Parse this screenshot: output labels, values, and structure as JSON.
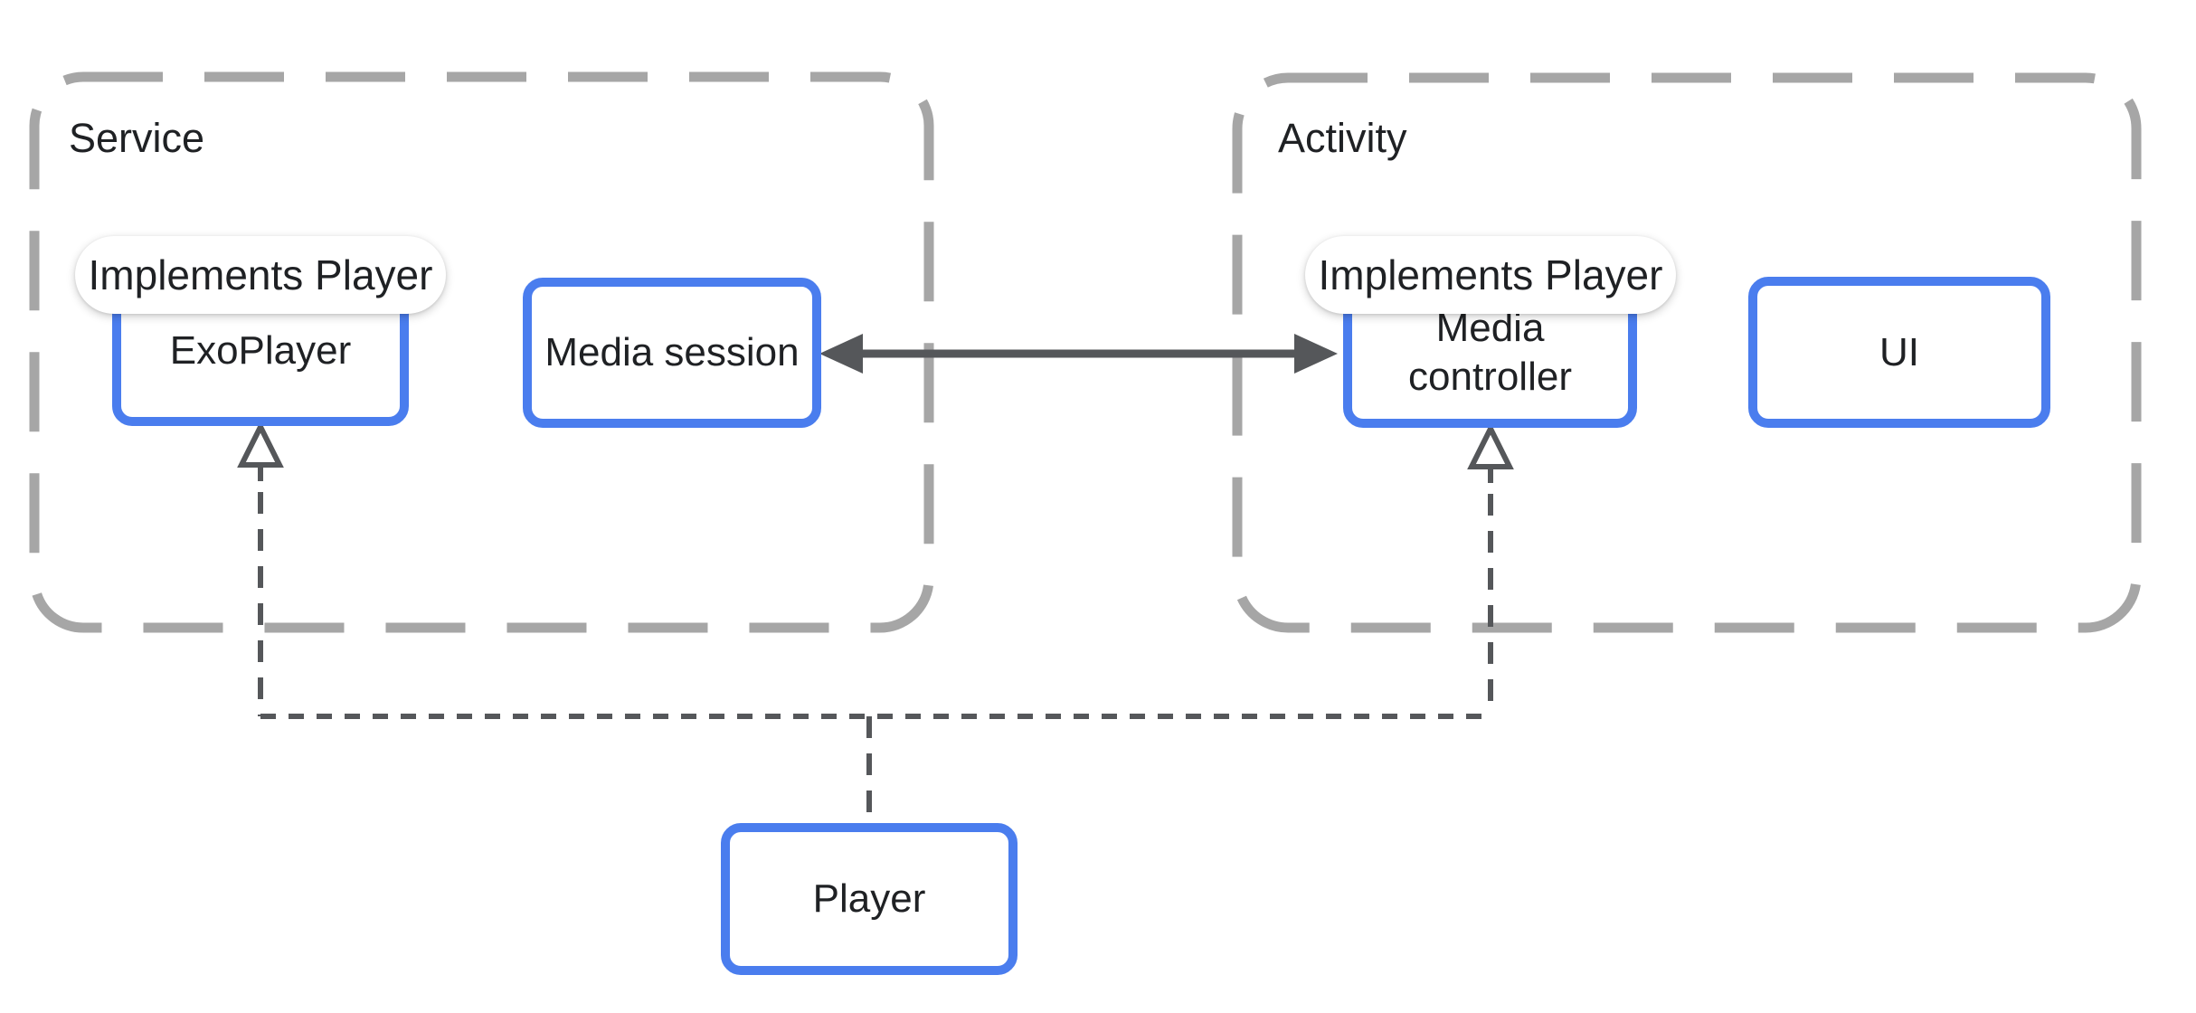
{
  "colors": {
    "background": "#ffffff",
    "node_border_blue": "#4a7dee",
    "container_dash_gray": "#a6a6a6",
    "connector_dark_gray": "#55575a",
    "text": "#1f2124",
    "pill_background": "#ffffff"
  },
  "diagram": {
    "containers": [
      {
        "id": "service",
        "label": "Service"
      },
      {
        "id": "activity",
        "label": "Activity"
      }
    ],
    "nodes": [
      {
        "id": "exoplayer",
        "label": "ExoPlayer"
      },
      {
        "id": "media_session",
        "label": "Media session"
      },
      {
        "id": "media_controller",
        "label": "Media controller"
      },
      {
        "id": "ui",
        "label": "UI"
      },
      {
        "id": "player",
        "label": "Player"
      }
    ],
    "badges": [
      {
        "id": "badge_exoplayer",
        "label": "Implements Player"
      },
      {
        "id": "badge_media_controller",
        "label": "Implements Player"
      }
    ],
    "connectors": [
      {
        "id": "session_controller_link",
        "type": "solid-double-arrow",
        "from": "media_session",
        "to": "media_controller"
      },
      {
        "id": "implements_link",
        "type": "dashed-open-arrows",
        "from": "player",
        "to": [
          "exoplayer",
          "media_controller"
        ]
      }
    ]
  }
}
